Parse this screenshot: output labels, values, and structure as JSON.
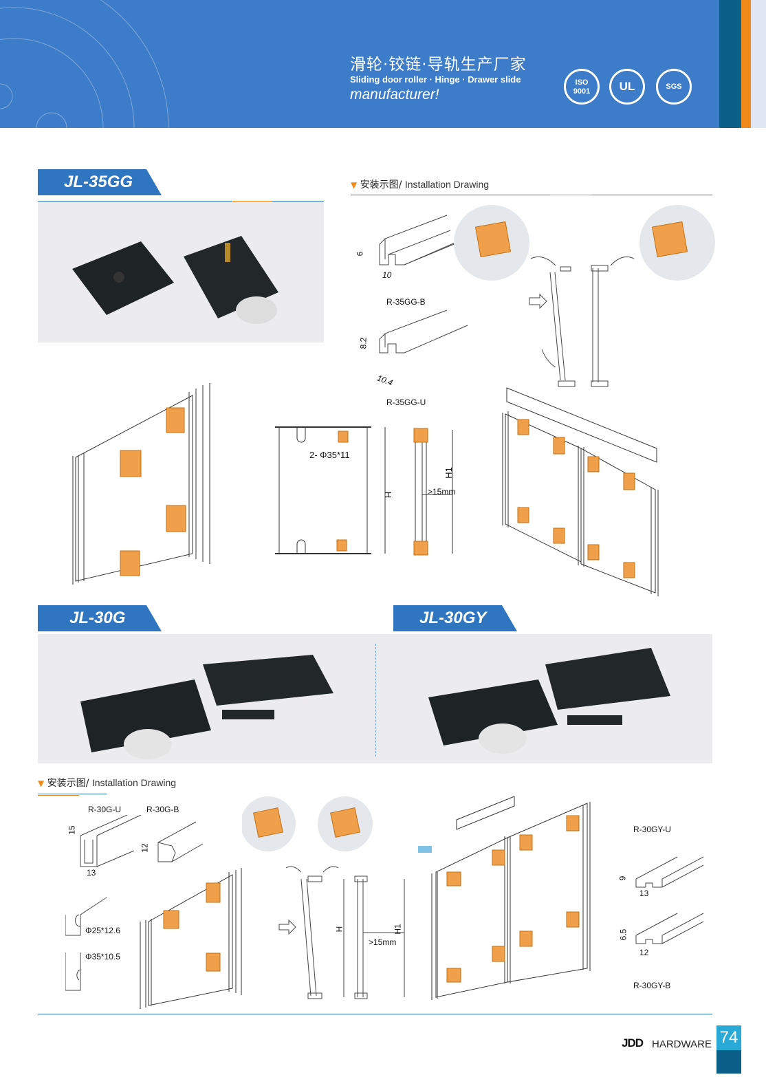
{
  "header": {
    "title_zh": "滑轮·铰链·导轨生产厂家",
    "title_en": "Sliding door roller · Hinge · Drawer slide",
    "title_en2": "manufacturer!",
    "certs": [
      "ISO 9001",
      "UL",
      "SGS"
    ]
  },
  "products": [
    {
      "model": "JL-35GG"
    },
    {
      "model": "JL-30G"
    },
    {
      "model": "JL-30GY"
    }
  ],
  "installation": {
    "zh": "安装示图",
    "sep": "/ ",
    "en": "Installation Drawing"
  },
  "jl35gg": {
    "rail_top_label": "R-35GG-B",
    "rail_top_dims": [
      "6",
      "10"
    ],
    "rail_bottom_label": "R-35GG-U",
    "rail_bottom_dims": [
      "8.2",
      "10.4"
    ],
    "hole_spec": "2- Φ35*11",
    "dim_h": "H",
    "dim_h1": "H1",
    "gap": ">15mm"
  },
  "jl30g": {
    "rail_u_label": "R-30G-U",
    "rail_b_label": "R-30G-B",
    "rail_u_dims": [
      "15",
      "13"
    ],
    "rail_b_dims": [
      "12"
    ],
    "hole_top": "Φ25*12.6",
    "hole_bottom": "Φ35*10.5",
    "dim_h": "H",
    "dim_h1": "H1",
    "gap": ">15mm"
  },
  "jl30gy": {
    "rail_u_label": "R-30GY-U",
    "rail_u_dims": [
      "9",
      "13"
    ],
    "rail_b_dims": [
      "6.5",
      "12"
    ],
    "rail_b_label": "R-30GY-B"
  },
  "footer": {
    "brand": "JDD",
    "brand_suffix": "HARDWARE",
    "page": "74"
  },
  "colors": {
    "brand_blue": "#2f75c0",
    "accent_orange": "#f08a1a",
    "dark_teal": "#0c5f88"
  }
}
